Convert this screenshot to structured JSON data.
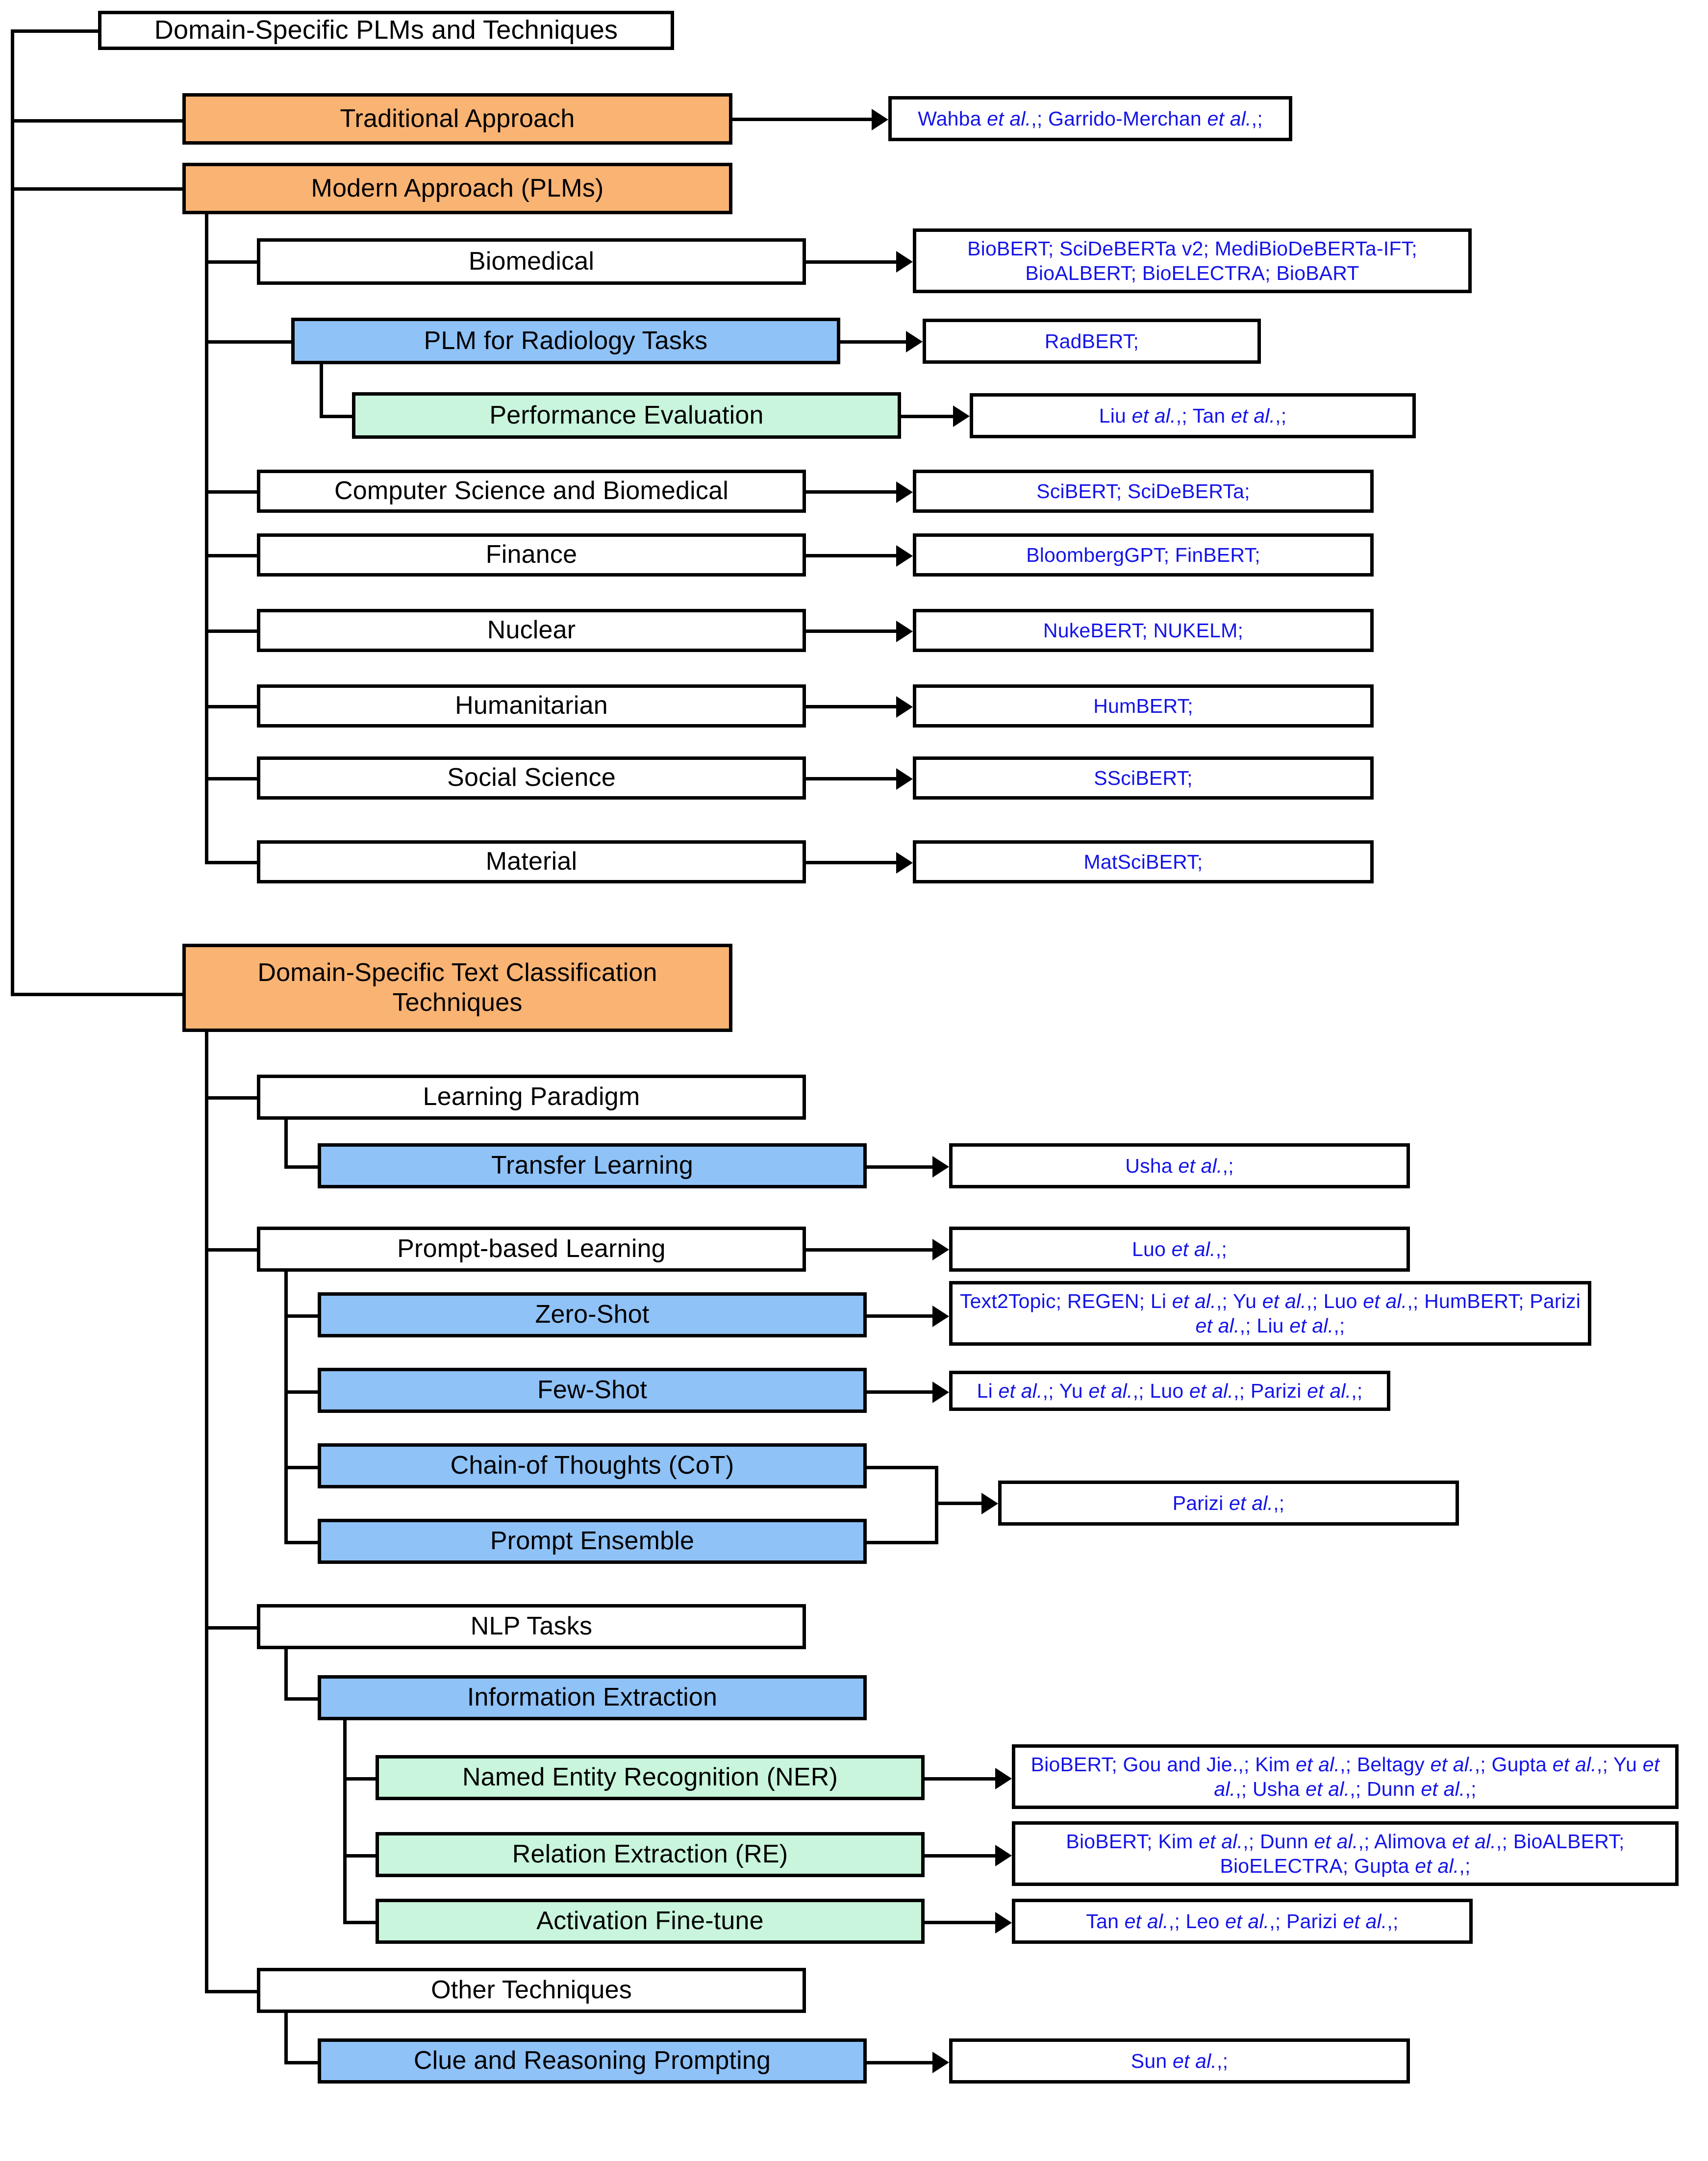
{
  "diagram": {
    "title": "Domain-Specific PLMs and Techniques",
    "colors": {
      "root_fill": "#FFFFFF",
      "category_fill": "#F9B373",
      "subtype_fill": "#8FC2F7",
      "task_fill": "#C8F5DB",
      "reference_text": "#1414E6",
      "border": "#000000"
    },
    "root": {
      "label": "Domain-Specific PLMs and Techniques"
    },
    "branch1": {
      "traditional": {
        "label": "Traditional Approach"
      },
      "traditional_refs": {
        "label": "Wahba et al.,; Garrido-Merchan et al.,;"
      },
      "modern": {
        "label": "Modern Approach (PLMs)"
      },
      "domains": [
        {
          "label": "Biomedical",
          "refs": "BioBERT; SciDeBERTa v2; MediBioDeBERTa-IFT; BioALBERT; BioELECTRA; BioBART"
        },
        {
          "label": "PLM for Radiology Tasks",
          "refs": "RadBERT;"
        },
        {
          "label": "Performance Evaluation",
          "refs": "Liu et al.,; Tan et al.,;"
        },
        {
          "label": "Computer Science and Biomedical",
          "refs": "SciBERT; SciDeBERTa;"
        },
        {
          "label": "Finance",
          "refs": "BloombergGPT; FinBERT;"
        },
        {
          "label": "Nuclear",
          "refs": "NukeBERT; NUKELM;"
        },
        {
          "label": "Humanitarian",
          "refs": "HumBERT;"
        },
        {
          "label": "Social Science",
          "refs": "SSciBERT;"
        },
        {
          "label": "Material",
          "refs": "MatSciBERT;"
        }
      ]
    },
    "branch2": {
      "root": {
        "label": "Domain-Specific Text Classification Techniques"
      },
      "learning_paradigm": {
        "label": "Learning Paradigm"
      },
      "transfer_learning": {
        "label": "Transfer Learning",
        "refs": "Usha et al.,;"
      },
      "prompt_based": {
        "label": "Prompt-based Learning",
        "refs": "Luo et al.,;"
      },
      "zero_shot": {
        "label": "Zero-Shot",
        "refs": "Text2Topic; REGEN; Li et al.,; Yu et al.,; Luo et al.,; HumBERT; Parizi et al.,; Liu et al.,;"
      },
      "few_shot": {
        "label": "Few-Shot",
        "refs": "Li et al.,; Yu et al.,; Luo et al.,; Parizi et al.,;"
      },
      "cot": {
        "label": "Chain-of Thoughts (CoT)"
      },
      "prompt_ensemble": {
        "label": "Prompt Ensemble"
      },
      "cot_ensemble_refs": {
        "label": "Parizi et al.,;"
      },
      "nlp_tasks": {
        "label": "NLP Tasks"
      },
      "information_extraction": {
        "label": "Information Extraction"
      },
      "ner": {
        "label": "Named Entity Recognition (NER)",
        "refs": "BioBERT; Gou and Jie.,; Kim et al.,; Beltagy et al.,; Gupta et al.,; Yu et al.,; Usha et al.,; Dunn et al.,;"
      },
      "re": {
        "label": "Relation Extraction (RE)",
        "refs": "BioBERT; Kim et al.,; Dunn et al.,; Alimova et al.,; BioALBERT; BioELECTRA; Gupta et al.,;"
      },
      "activation_finetune": {
        "label": "Activation Fine-tune",
        "refs": "Tan et al.,; Leo et al.,; Parizi et al.,;"
      },
      "other_techniques": {
        "label": "Other Techniques"
      },
      "clue_reasoning": {
        "label": "Clue and Reasoning Prompting",
        "refs": "Sun et al.,;"
      }
    }
  }
}
